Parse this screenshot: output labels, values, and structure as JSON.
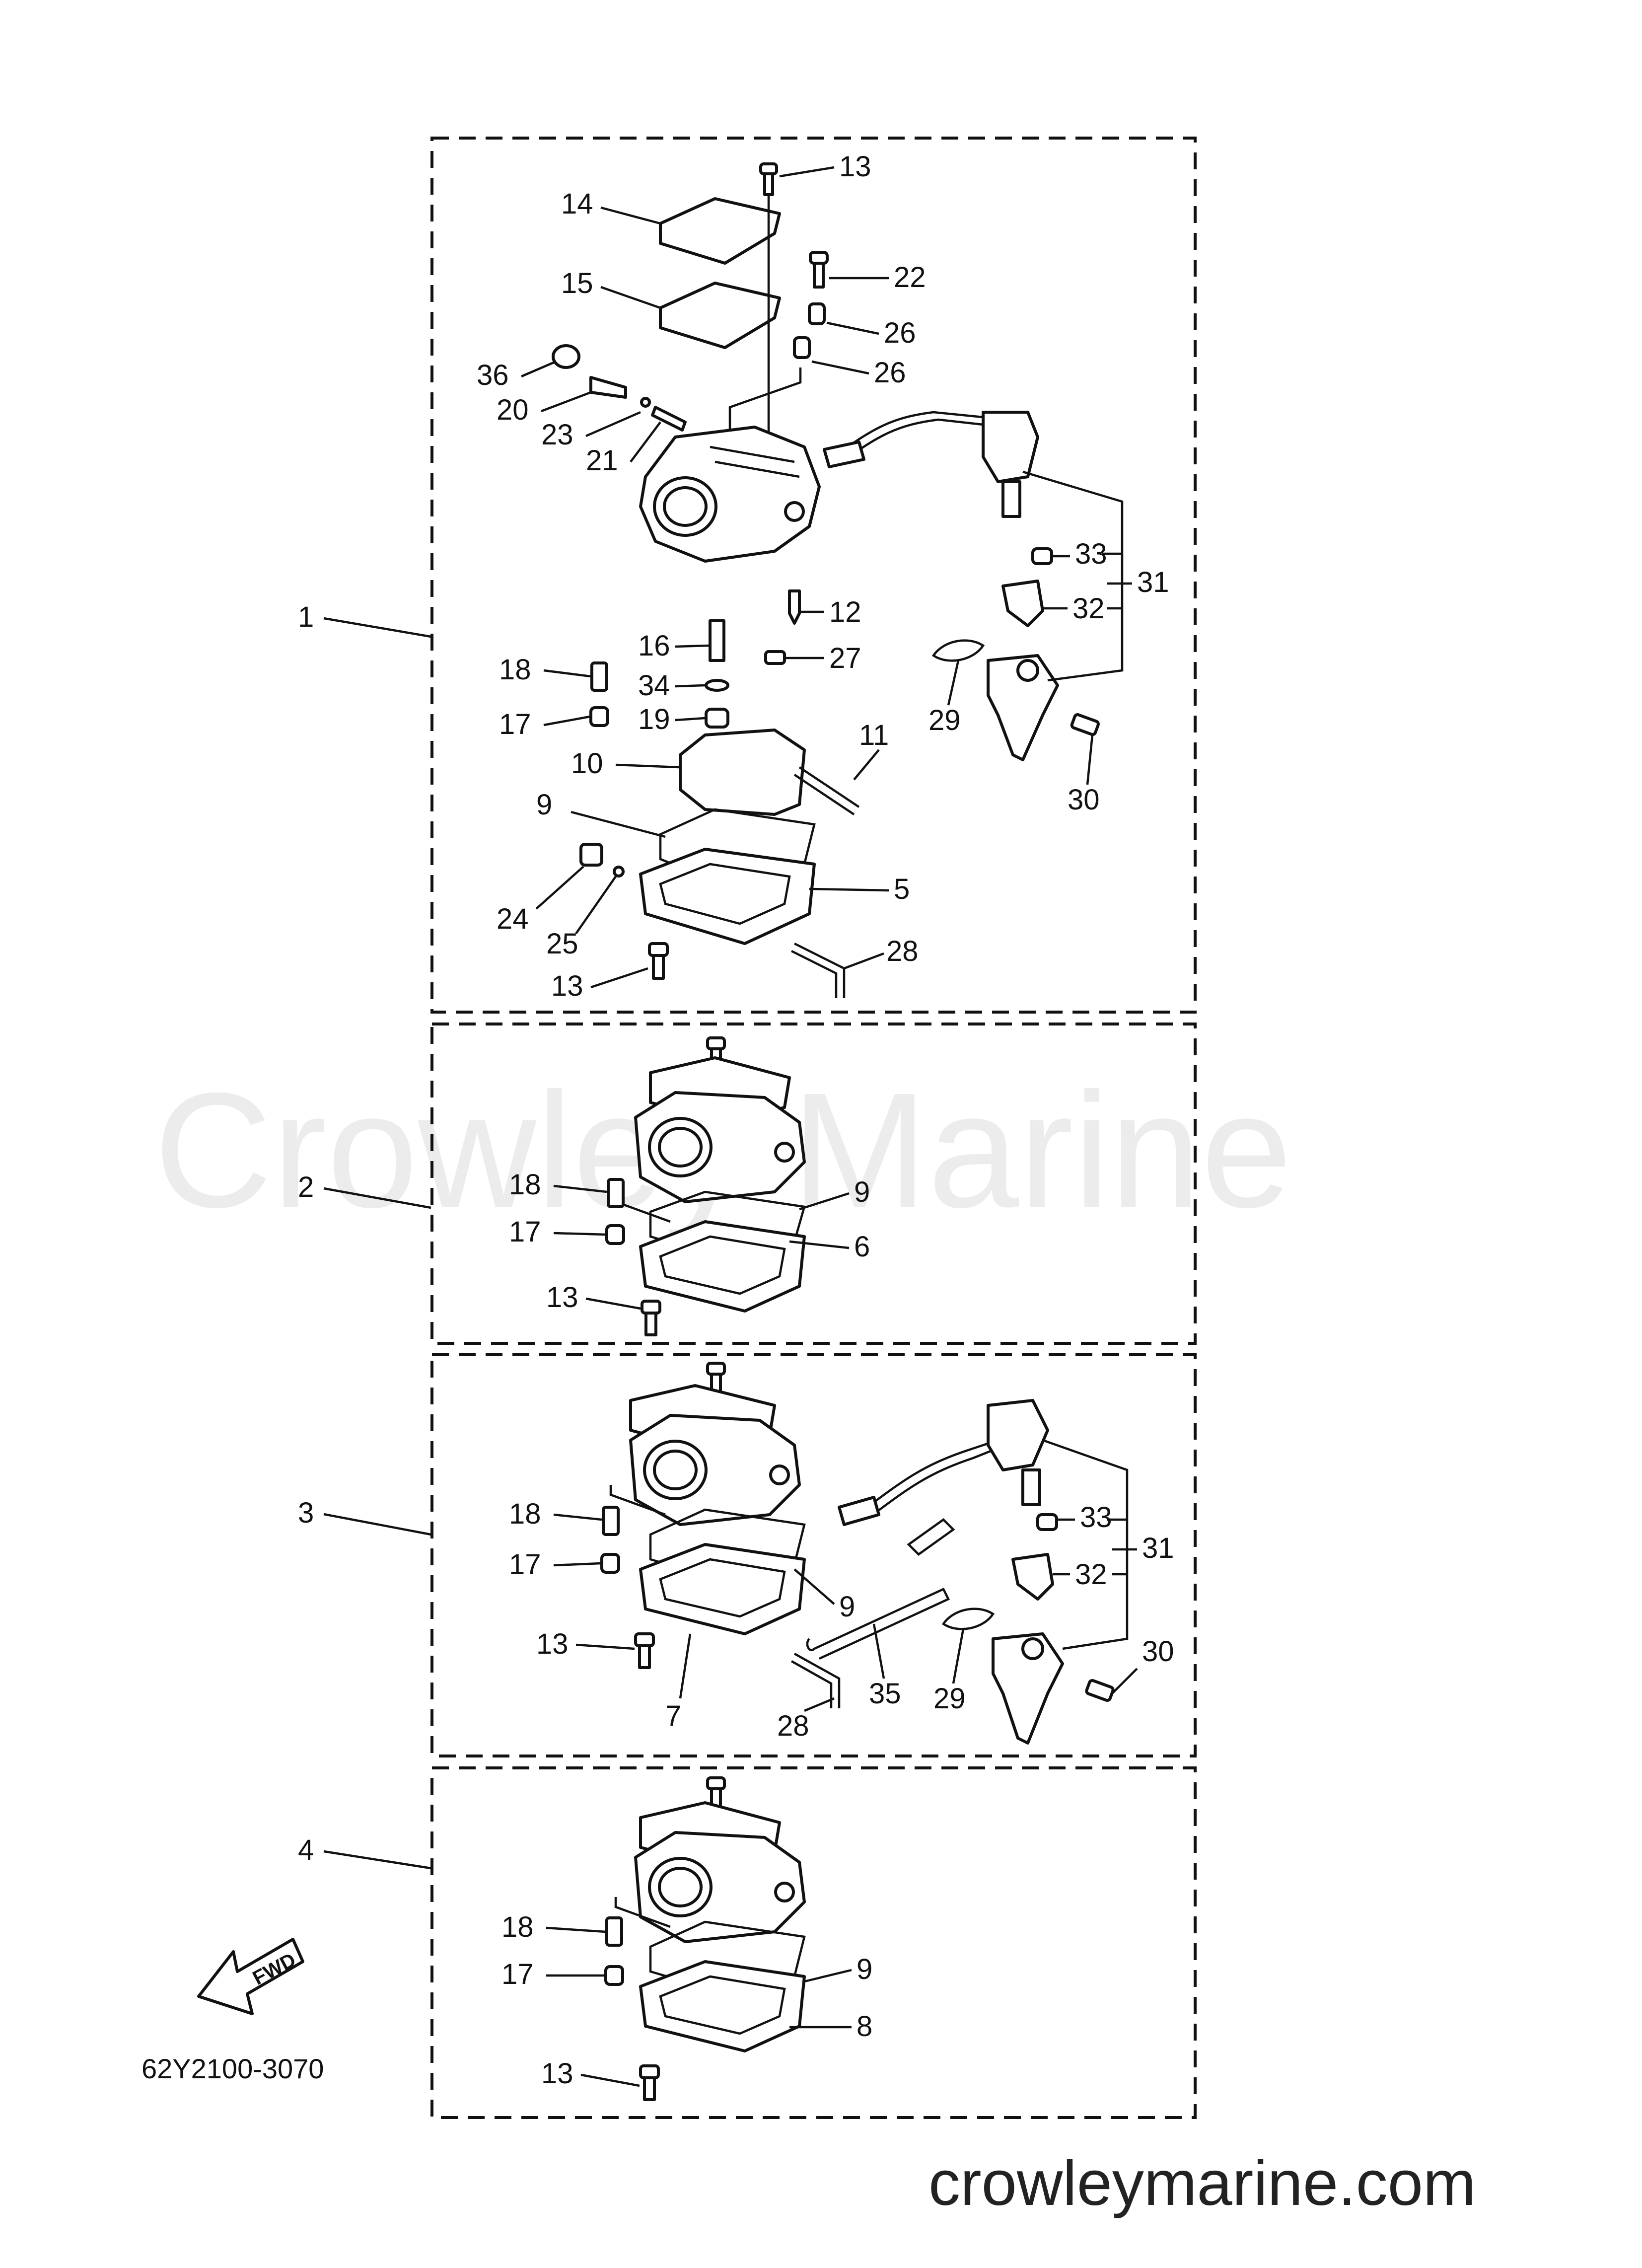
{
  "watermark": "Crowley Marine",
  "website": "crowleymarine.com",
  "diagram_code": "62Y2100-3070",
  "fwd_label": "FWD",
  "groups": [
    {
      "id": "1",
      "labels": [
        "13",
        "14",
        "15",
        "22",
        "26",
        "26",
        "36",
        "20",
        "23",
        "21",
        "33",
        "31",
        "32",
        "12",
        "16",
        "27",
        "18",
        "34",
        "29",
        "17",
        "19",
        "30",
        "10",
        "11",
        "9",
        "5",
        "24",
        "25",
        "28",
        "13"
      ]
    },
    {
      "id": "2",
      "labels": [
        "18",
        "9",
        "17",
        "6",
        "13"
      ]
    },
    {
      "id": "3",
      "labels": [
        "33",
        "31",
        "18",
        "32",
        "17",
        "9",
        "13",
        "30",
        "35",
        "29",
        "7",
        "28"
      ]
    },
    {
      "id": "4",
      "labels": [
        "18",
        "9",
        "17",
        "8",
        "13"
      ]
    }
  ]
}
